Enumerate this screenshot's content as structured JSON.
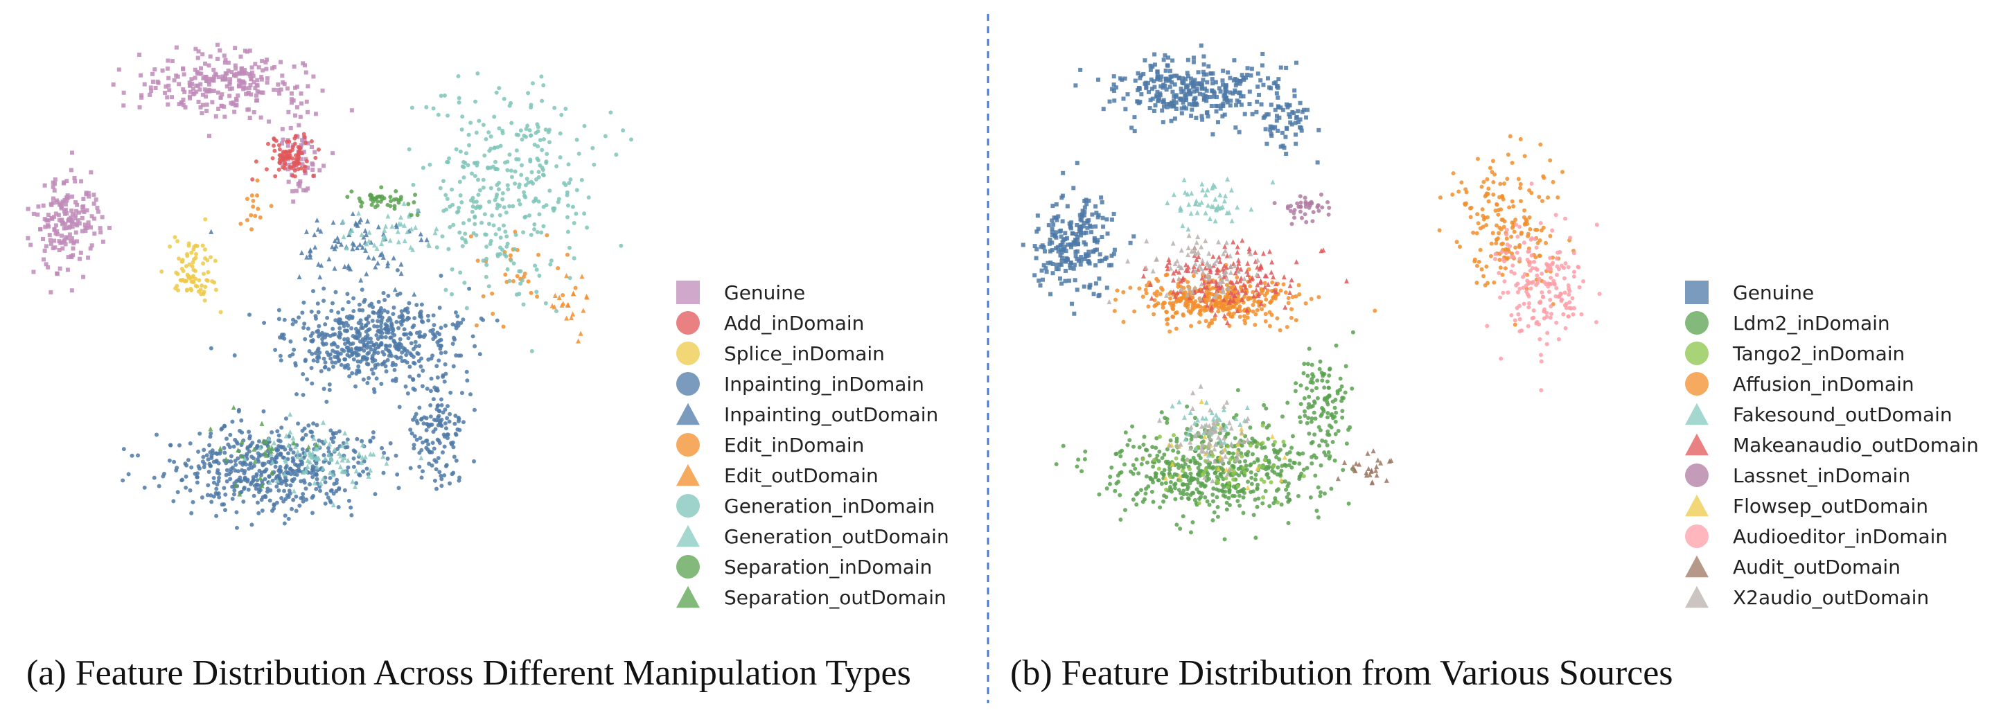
{
  "figure": {
    "divider_color": "#4a7bd0"
  },
  "chart_data": [
    {
      "type": "scatter",
      "caption": "(a) Feature Distribution Across Different Manipulation Types",
      "title": "",
      "xlabel": "",
      "ylabel": "",
      "grid": false,
      "axes_visible": false,
      "legend_placement": "right",
      "series": [
        {
          "name": "Genuine",
          "marker": "square",
          "color": "#c08bb9",
          "clusters": [
            [
              0.34,
              0.12,
              0.12,
              0.05,
              260
            ],
            [
              0.09,
              0.36,
              0.055,
              0.08,
              180
            ],
            [
              0.46,
              0.25,
              0.03,
              0.06,
              60
            ]
          ]
        },
        {
          "name": "Add_inDomain",
          "marker": "circle",
          "color": "#e15759",
          "clusters": [
            [
              0.44,
              0.25,
              0.035,
              0.035,
              90
            ]
          ]
        },
        {
          "name": "Splice_inDomain",
          "marker": "circle",
          "color": "#edc948",
          "clusters": [
            [
              0.29,
              0.44,
              0.03,
              0.05,
              80
            ]
          ]
        },
        {
          "name": "Inpainting_inDomain",
          "marker": "circle",
          "color": "#4e79a7",
          "clusters": [
            [
              0.57,
              0.56,
              0.12,
              0.07,
              520
            ],
            [
              0.41,
              0.78,
              0.15,
              0.07,
              520
            ],
            [
              0.68,
              0.72,
              0.04,
              0.08,
              140
            ]
          ]
        },
        {
          "name": "Inpainting_outDomain",
          "marker": "triangle",
          "color": "#4e79a7",
          "clusters": [
            [
              0.56,
              0.4,
              0.1,
              0.06,
              80
            ]
          ]
        },
        {
          "name": "Edit_inDomain",
          "marker": "circle",
          "color": "#f28e2b",
          "clusters": [
            [
              0.8,
              0.45,
              0.08,
              0.08,
              30
            ],
            [
              0.38,
              0.33,
              0.03,
              0.03,
              14
            ]
          ]
        },
        {
          "name": "Edit_outDomain",
          "marker": "triangle",
          "color": "#f28e2b",
          "clusters": [
            [
              0.89,
              0.5,
              0.04,
              0.04,
              20
            ]
          ]
        },
        {
          "name": "Generation_inDomain",
          "marker": "circle",
          "color": "#7ec4b9",
          "clusters": [
            [
              0.79,
              0.3,
              0.12,
              0.16,
              330
            ]
          ]
        },
        {
          "name": "Generation_outDomain",
          "marker": "triangle",
          "color": "#86c9c0",
          "clusters": [
            [
              0.48,
              0.76,
              0.1,
              0.05,
              90
            ],
            [
              0.6,
              0.37,
              0.06,
              0.04,
              40
            ]
          ]
        },
        {
          "name": "Separation_inDomain",
          "marker": "circle",
          "color": "#59a14f",
          "clusters": [
            [
              0.59,
              0.32,
              0.05,
              0.02,
              45
            ]
          ]
        },
        {
          "name": "Separation_outDomain",
          "marker": "triangle",
          "color": "#59a14f",
          "clusters": [
            [
              0.4,
              0.76,
              0.07,
              0.05,
              25
            ]
          ]
        }
      ]
    },
    {
      "type": "scatter",
      "caption": "(b) Feature Distribution from Various Sources",
      "title": "",
      "xlabel": "",
      "ylabel": "",
      "grid": false,
      "axes_visible": false,
      "legend_placement": "right",
      "series": [
        {
          "name": "Genuine",
          "marker": "square",
          "color": "#4e79a7",
          "clusters": [
            [
              0.29,
              0.11,
              0.12,
              0.05,
              320
            ],
            [
              0.1,
              0.38,
              0.06,
              0.08,
              220
            ],
            [
              0.44,
              0.17,
              0.04,
              0.05,
              60
            ]
          ]
        },
        {
          "name": "Ldm2_inDomain",
          "marker": "circle",
          "color": "#59a14f",
          "clusters": [
            [
              0.33,
              0.78,
              0.16,
              0.07,
              520
            ],
            [
              0.5,
              0.66,
              0.04,
              0.08,
              120
            ]
          ]
        },
        {
          "name": "Tango2_inDomain",
          "marker": "circle",
          "color": "#8cc44a",
          "clusters": [
            [
              0.35,
              0.77,
              0.12,
              0.06,
              60
            ]
          ]
        },
        {
          "name": "Affusion_inDomain",
          "marker": "circle",
          "color": "#f28e2b",
          "clusters": [
            [
              0.33,
              0.48,
              0.12,
              0.04,
              360
            ],
            [
              0.8,
              0.35,
              0.08,
              0.12,
              180
            ]
          ]
        },
        {
          "name": "Fakesound_outDomain",
          "marker": "triangle",
          "color": "#86c9c0",
          "clusters": [
            [
              0.32,
              0.31,
              0.06,
              0.04,
              50
            ],
            [
              0.32,
              0.7,
              0.05,
              0.04,
              40
            ]
          ]
        },
        {
          "name": "Makeanaudio_outDomain",
          "marker": "triangle",
          "color": "#e15759",
          "clusters": [
            [
              0.35,
              0.44,
              0.1,
              0.05,
              160
            ]
          ]
        },
        {
          "name": "Lassnet_inDomain",
          "marker": "circle",
          "color": "#b07aa1",
          "clusters": [
            [
              0.47,
              0.32,
              0.04,
              0.02,
              40
            ]
          ]
        },
        {
          "name": "Flowsep_outDomain",
          "marker": "triangle",
          "color": "#edc948",
          "clusters": [
            [
              0.33,
              0.75,
              0.08,
              0.05,
              25
            ]
          ]
        },
        {
          "name": "Audioeditor_inDomain",
          "marker": "circle",
          "color": "#ff9da7",
          "clusters": [
            [
              0.85,
              0.45,
              0.06,
              0.1,
              180
            ]
          ]
        },
        {
          "name": "Audit_outDomain",
          "marker": "triangle",
          "color": "#9c755f",
          "clusters": [
            [
              0.58,
              0.77,
              0.04,
              0.03,
              25
            ]
          ]
        },
        {
          "name": "X2audio_outDomain",
          "marker": "triangle",
          "color": "#bab0ac",
          "clusters": [
            [
              0.3,
              0.42,
              0.08,
              0.05,
              80
            ],
            [
              0.33,
              0.72,
              0.06,
              0.06,
              70
            ]
          ]
        }
      ]
    }
  ]
}
